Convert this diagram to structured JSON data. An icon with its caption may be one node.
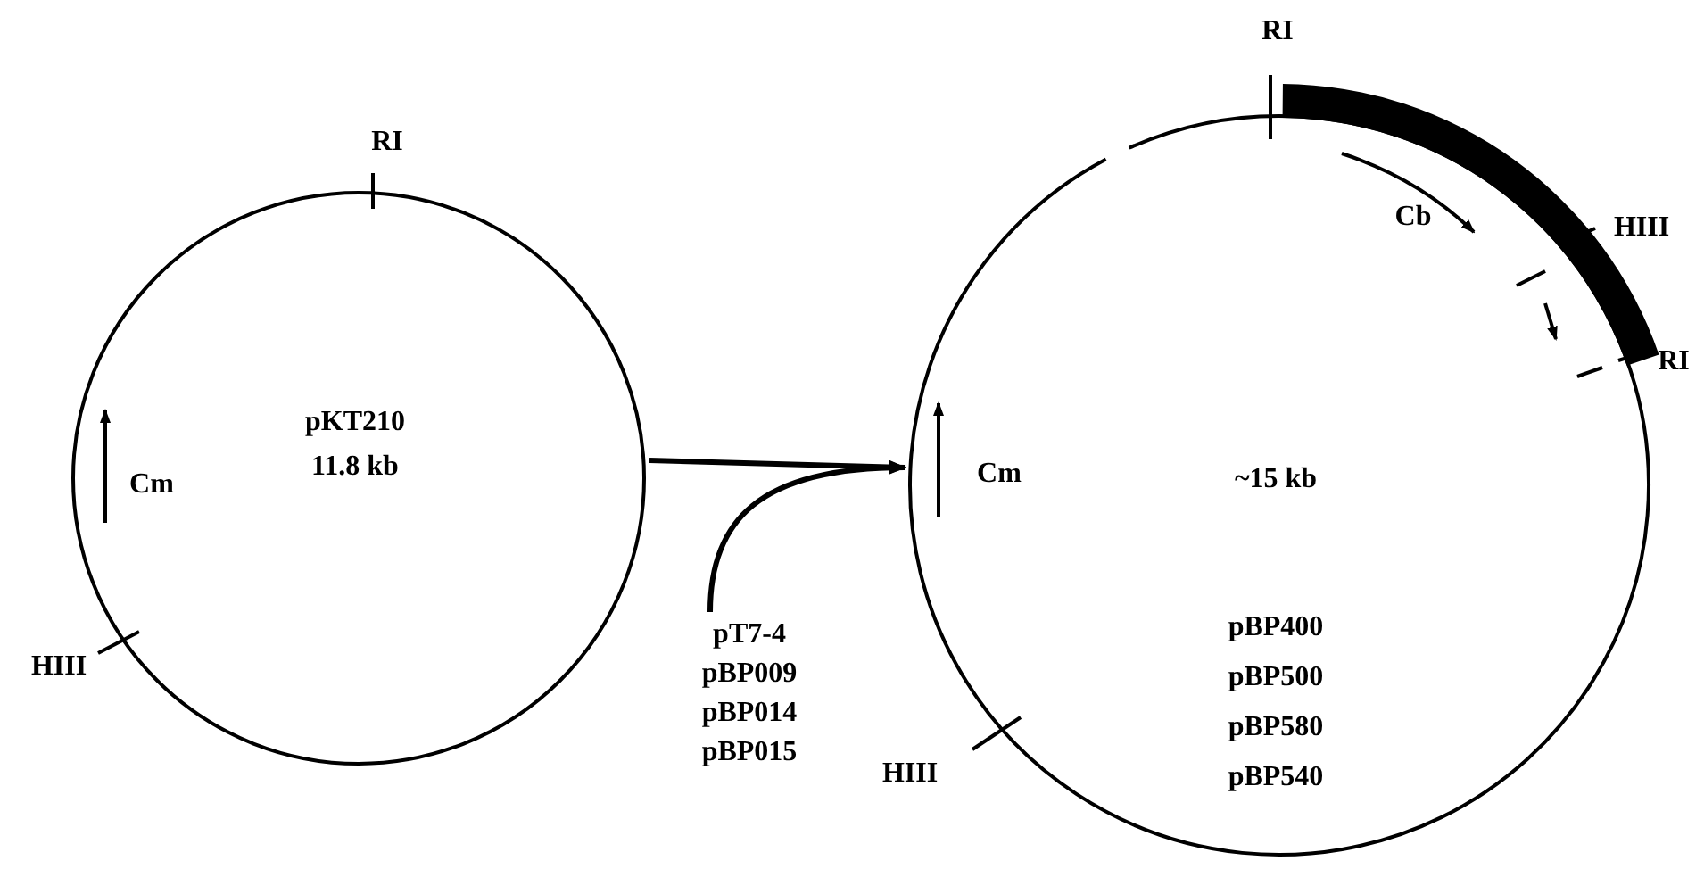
{
  "diagram": {
    "nodes": [
      {
        "text": [
          "pKT210",
          "11.8 kb"
        ]
      },
      {
        "text": [
          "pT7-4 pBP009 pBP014 pBP015"
        ]
      },
      {
        "text": [
          "~15 kb",
          "pBP400 pBP500 pBP580 pBP540"
        ]
      }
    ],
    "edges": [
      {
        "from": 0,
        "to": 2,
        "arrow": "to"
      },
      {
        "from": 1,
        "to": 2,
        "arrow": "to"
      }
    ],
    "labels": [
      "RI",
      "RI",
      "Cb",
      "HIII",
      "RI",
      "Cm",
      "Cm",
      "HIII",
      "HIII"
    ]
  }
}
